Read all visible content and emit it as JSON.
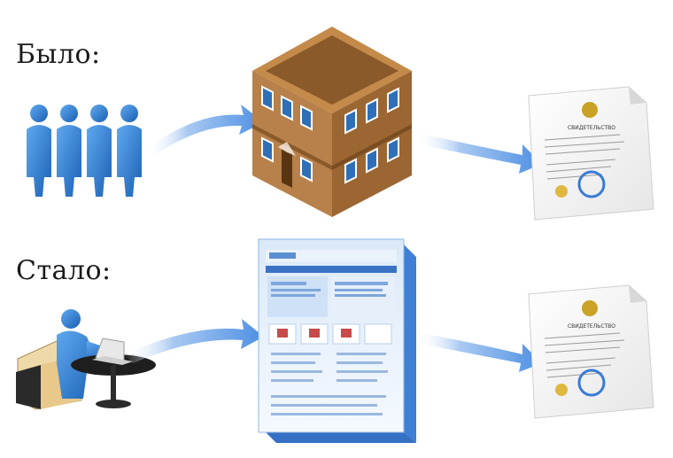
{
  "labels": {
    "before": "Было:",
    "after": "Стало:"
  },
  "certificate": {
    "title": "СВИДЕТЕЛЬСТВО"
  },
  "icons": {
    "people": "people-crowd-icon",
    "building": "building-icon",
    "computer_user": "person-at-computer-icon",
    "website": "web-portal-screen-icon",
    "document": "certificate-document-icon",
    "arrow": "curved-arrow-icon"
  },
  "colors": {
    "figure_blue": "#2a7fd4",
    "arrow_blue": "#5b9be6",
    "building_brown": "#b07a3e",
    "window_blue": "#2f6fb8"
  }
}
